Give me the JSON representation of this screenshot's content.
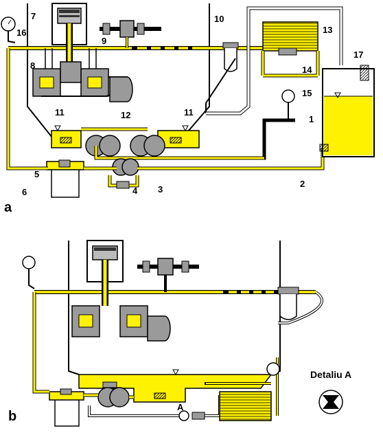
{
  "diagram": {
    "panel_a_label": "a",
    "panel_b_label": "b",
    "detail_title": "Detaliu A",
    "detail_marker": "A",
    "colors": {
      "oil": "#fff200",
      "oil_dark": "#e0c800",
      "stroke": "#000000",
      "metal": "#9a9a9a",
      "filter_body": "#ffffff"
    },
    "numbers_a": {
      "n1": "1",
      "n2": "2",
      "n3": "3",
      "n4": "4",
      "n5": "5",
      "n6": "6",
      "n7": "7",
      "n8": "8",
      "n9": "9",
      "n10": "10",
      "n11a": "11",
      "n11b": "11",
      "n12": "12",
      "n13": "13",
      "n14": "14",
      "n15": "15",
      "n16": "16",
      "n17": "17"
    }
  }
}
